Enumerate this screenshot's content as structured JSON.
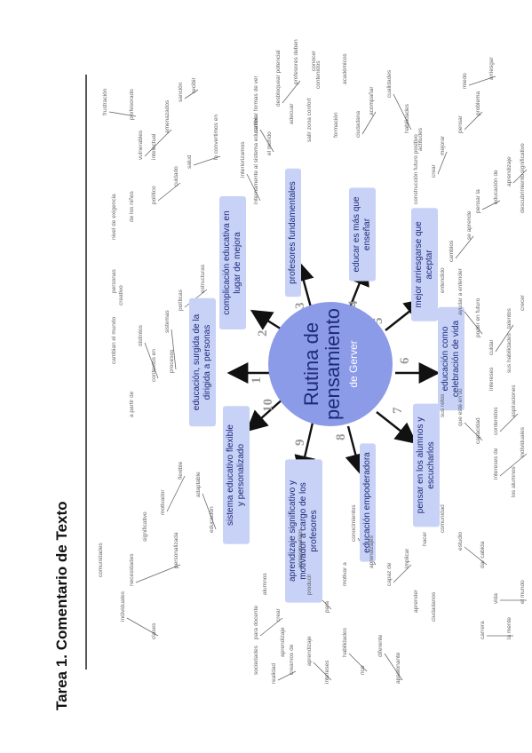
{
  "document": {
    "title": "Tarea 1. Comentario de Texto"
  },
  "diagram": {
    "center": {
      "title_line1": "Rutina de",
      "title_line2": "pensamiento",
      "subtitle": "de Gerver"
    },
    "colors": {
      "center_fill": "#8c9be8",
      "center_text": "#1c2a7a",
      "center_sub": "#ffffff",
      "branch_fill": "#c8d2f7",
      "branch_text": "#1c2a7a",
      "numeral": "#9a9a9a",
      "arrow": "#111111",
      "ink": "#333333"
    },
    "branches": [
      {
        "number": "1",
        "lines": [
          "educación, surgida de la",
          "dirigida a personas"
        ]
      },
      {
        "number": "2",
        "lines": [
          "complicación educativa en",
          "lugar de mejora"
        ]
      },
      {
        "number": "3",
        "lines": [
          "profesores fundamentales"
        ]
      },
      {
        "number": "4",
        "lines": [
          "educar es más que",
          "enseñar"
        ]
      },
      {
        "number": "5",
        "lines": [
          "mejor arriesgarse que",
          "aceptar"
        ]
      },
      {
        "number": "6",
        "lines": [
          "educación como",
          "celebración de vida"
        ]
      },
      {
        "number": "7",
        "lines": [
          "pensar en los alumnos y",
          "escucharlos"
        ]
      },
      {
        "number": "8",
        "lines": [
          "educación empoderadora"
        ]
      },
      {
        "number": "9",
        "lines": [
          "aprendizaje significativo y",
          "motivador a cargo de los",
          "profesores"
        ]
      },
      {
        "number": "10",
        "lines": [
          "sistema educativo flexible",
          "y personalizado"
        ]
      }
    ],
    "notes": [
      "personas",
      "cambian el mundo",
      "distintos",
      "contextos en",
      "sistemas",
      "procesos",
      "políticas",
      "estructuras",
      "a partir de",
      "nivel de exigencia",
      "de los niños",
      "intelectual",
      "político",
      "cuidado",
      "salud",
      "lo convertimos en",
      "interiorizamos",
      "internamente al sistema educativo",
      "frustración",
      "profesorado",
      "vulnerables",
      "amenazados",
      "sanción",
      "recibir",
      "cambiar formas de ver",
      "el mundo",
      "desbloquear potencial",
      "profesores deben",
      "conocer",
      "adecuar",
      "salir zona confort",
      "contenidos",
      "académicos",
      "formación",
      "ciudadana",
      "acompañar",
      "cualidades",
      "habilidades",
      "actitudes",
      "construcción futuro positivo",
      "crear",
      "mejorar",
      "pensar",
      "problema",
      "miedo",
      "arriesgar",
      "cambios",
      "se aprende",
      "pensar la",
      "educación de",
      "aprendizaje",
      "significativo",
      "descubrimiento",
      "entendido",
      "ayudar a entender",
      "poder en futuro",
      "cuidar",
      "talentos",
      "sus habilidades",
      "crecer",
      "intereses",
      "sus retos",
      "que esté en su",
      "capacidad",
      "contenidos",
      "aspiraciones",
      "individuales",
      "intereses de",
      "los alumnos",
      "comunidad",
      "estudio",
      "dar cabida",
      "vida",
      "el mundo",
      "la mente",
      "carrera",
      "conocimientos",
      "aprendizajes",
      "capaz de",
      "implicar",
      "hacer",
      "aprender",
      "ciudadanos",
      "comprometidos",
      "producir",
      "para",
      "motivar a",
      "alumnos",
      "crear",
      "para docente",
      "aprendizaje",
      "significativo",
      "motivador",
      "flexible",
      "adaptable",
      "educación",
      "personalizada",
      "necesidades",
      "individuales",
      "clases",
      "comunidades",
      "sociedades",
      "realidad",
      "crearnos de",
      "aprendizaje",
      "intereses",
      "habilidades",
      "rico",
      "diferente",
      "apasionante",
      "creativo"
    ]
  }
}
